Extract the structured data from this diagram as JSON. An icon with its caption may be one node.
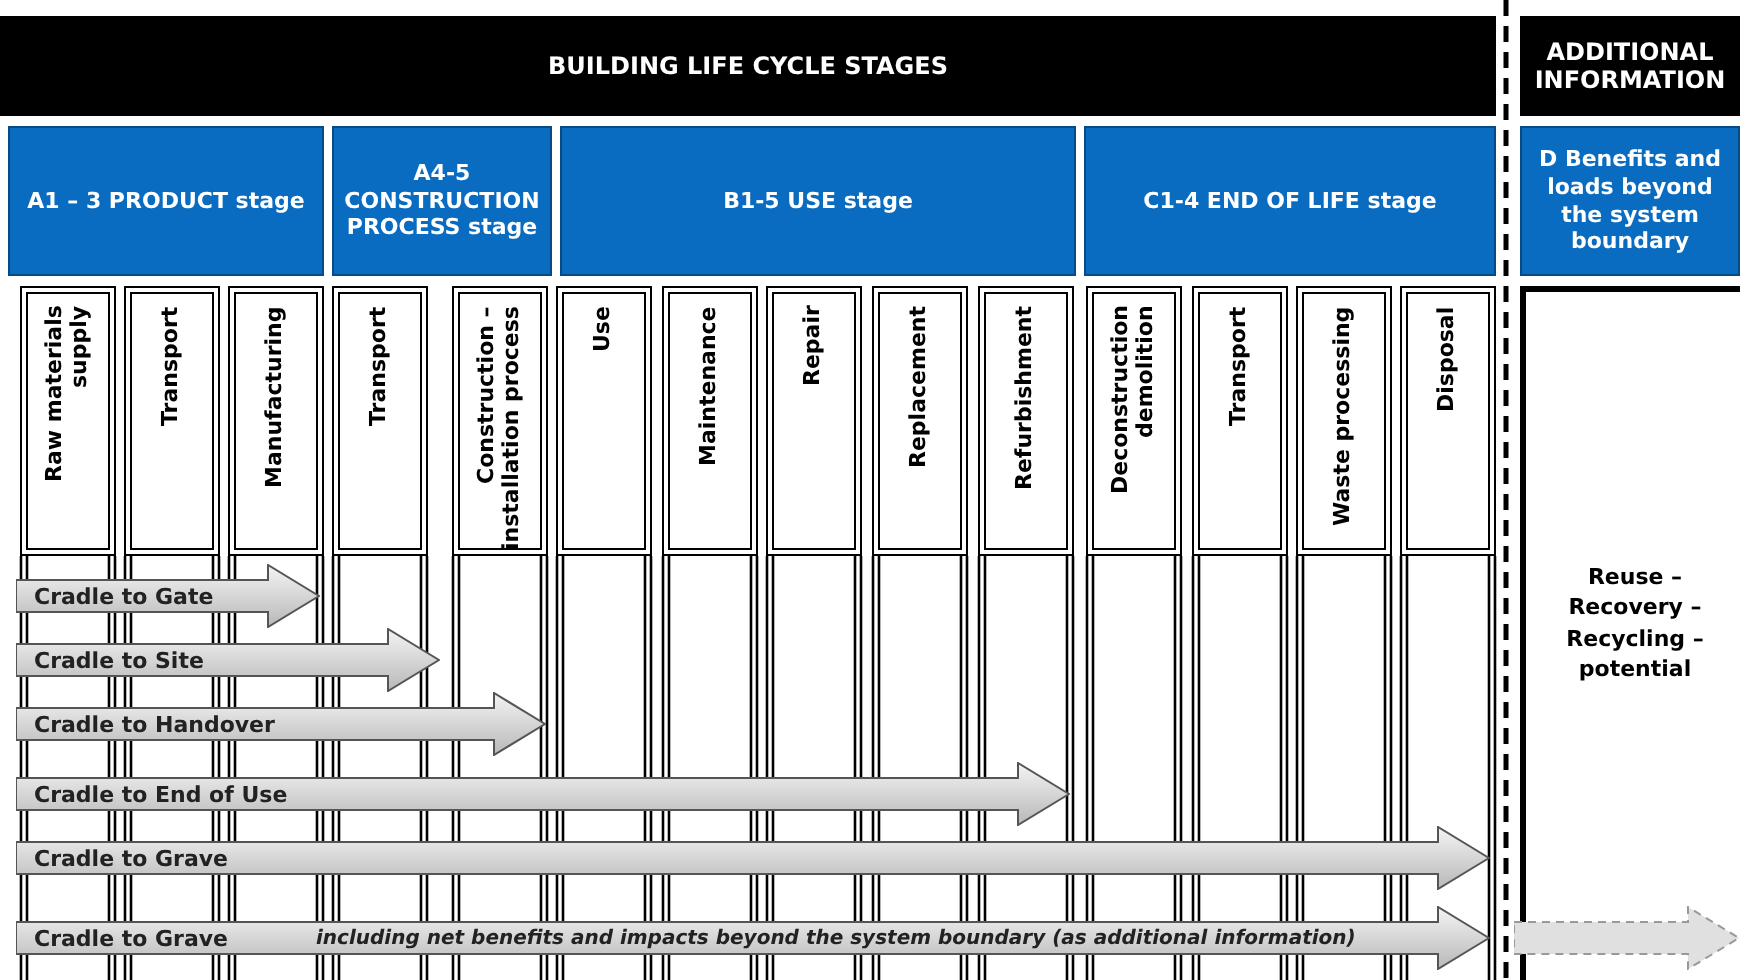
{
  "diagram": {
    "nodes": [
      {
        "text": [
          "BUILDING LIFE CYCLE STAGES"
        ]
      },
      {
        "text": [
          "ADDITIONAL INFORMATION"
        ]
      },
      {
        "text": [
          "A1 – 3 PRODUCT stage"
        ]
      },
      {
        "text": [
          "A4-5 CONSTRUCTION PROCESS stage"
        ]
      },
      {
        "text": [
          "B1-5 USE stage"
        ]
      },
      {
        "text": [
          "C1-4 END OF LIFE stage"
        ]
      },
      {
        "text": [
          "D Benefits and loads beyond the system boundary"
        ]
      },
      {
        "text": [
          "Raw materials supply"
        ]
      },
      {
        "text": [
          "Transport"
        ]
      },
      {
        "text": [
          "Manufacturing"
        ]
      },
      {
        "text": [
          "Transport"
        ]
      },
      {
        "text": [
          "Construction – installation process"
        ]
      },
      {
        "text": [
          "Use"
        ]
      },
      {
        "text": [
          "Maintenance"
        ]
      },
      {
        "text": [
          "Repair"
        ]
      },
      {
        "text": [
          "Replacement"
        ]
      },
      {
        "text": [
          "Refurbishment"
        ]
      },
      {
        "text": [
          "Deconstruction demolition"
        ]
      },
      {
        "text": [
          "Transport"
        ]
      },
      {
        "text": [
          "Waste processing"
        ]
      },
      {
        "text": [
          "Disposal"
        ]
      },
      {
        "text": [
          "Reuse – Recovery – Recycling – potential"
        ]
      },
      {
        "text": [
          "Cradle to Gate"
        ]
      },
      {
        "text": [
          "Cradle to Site"
        ]
      },
      {
        "text": [
          "Cradle to Handover"
        ]
      },
      {
        "text": [
          "Cradle to End of Use"
        ]
      },
      {
        "text": [
          "Cradle to Grave"
        ]
      },
      {
        "text": [
          "Cradle to Grave",
          "including net benefits and impacts beyond the system boundary (as additional information)"
        ]
      },
      {
        "text": [],
        "shape": "arrow",
        "in": 21
      }
    ]
  }
}
